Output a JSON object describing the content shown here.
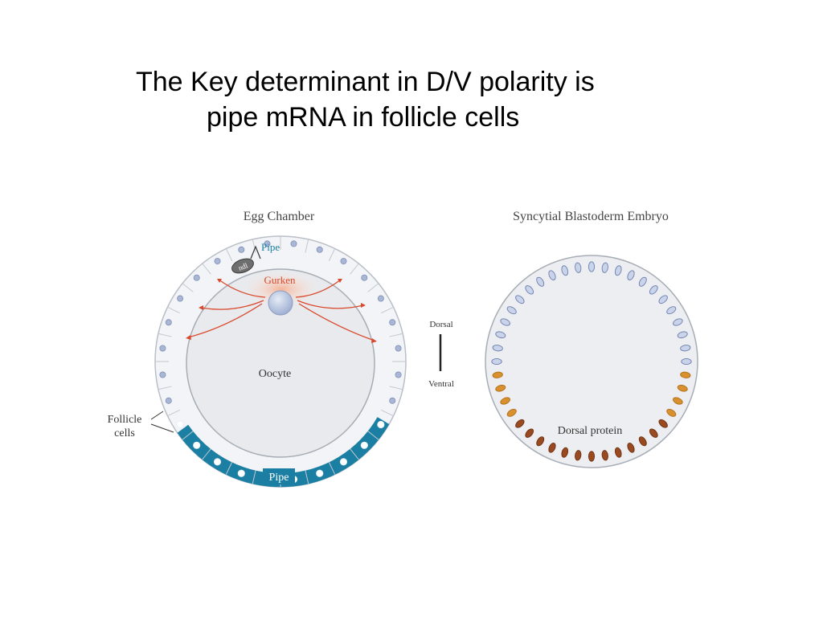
{
  "slide": {
    "title_line1": "The Key determinant in D/V polarity is",
    "title_line2": "pipe mRNA in follicle cells"
  },
  "egg_chamber": {
    "heading": "Egg Chamber",
    "pipe_top_label": "Pipe",
    "ndl_label": "ndl",
    "gurken_label": "Gurken",
    "oocyte_label": "Oocyte",
    "follicle_label_line1": "Follicle",
    "follicle_label_line2": "cells",
    "pipe_bottom_label": "Pipe"
  },
  "axis": {
    "dorsal_label": "Dorsal",
    "ventral_label": "Ventral"
  },
  "embryo": {
    "heading": "Syncytial Blastoderm Embryo",
    "dorsal_protein_label": "Dorsal protein"
  },
  "colors": {
    "pipe_blue": "#1a7fa3",
    "gurken_red": "#d9492c",
    "nucleus_blue": "#a9b6d6",
    "nucleus_orange": "#d9902e",
    "nucleus_brown": "#9a4a20"
  }
}
